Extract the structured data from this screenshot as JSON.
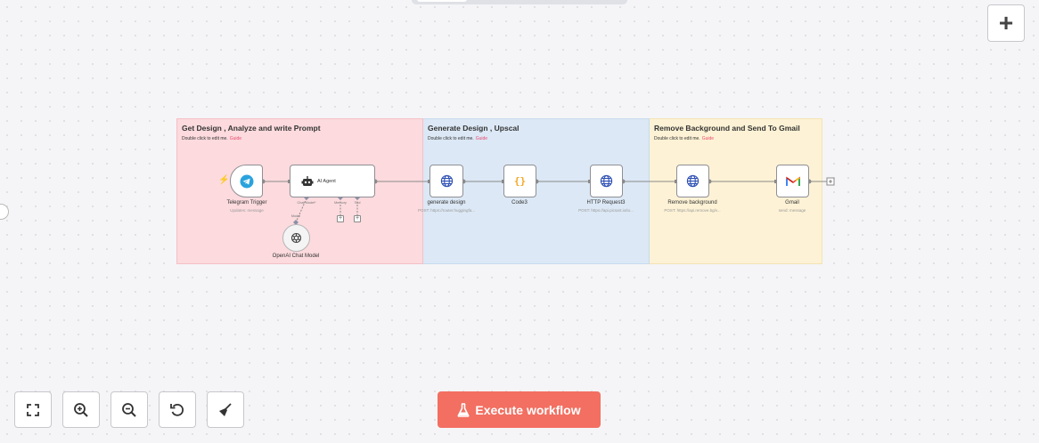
{
  "canvas": {
    "add_node_label": "+",
    "execute_button": {
      "label": "Execute workflow"
    },
    "controls": [
      {
        "name": "zoom-to-fit-button",
        "icon": "fit-view-icon"
      },
      {
        "name": "zoom-in-button",
        "icon": "zoom-in-icon"
      },
      {
        "name": "zoom-out-button",
        "icon": "zoom-out-icon"
      },
      {
        "name": "reset-zoom-button",
        "icon": "undo-icon"
      },
      {
        "name": "tidy-up-button",
        "icon": "broom-icon"
      }
    ]
  },
  "sticky_notes": [
    {
      "title": "Get Design , Analyze and write Prompt",
      "subtitle": "Double click to edit me.",
      "guide": "Guide",
      "color": "#fcdadd"
    },
    {
      "title": "Generate Design , Upscal",
      "subtitle": "Double click to edit me.",
      "guide": "Guide",
      "color": "#dce8f5"
    },
    {
      "title": "Remove Background and Send To Gmail",
      "subtitle": "Double click to edit me.",
      "guide": "Guide",
      "color": "#fdf2d5"
    }
  ],
  "nodes": {
    "telegram_trigger": {
      "label": "Telegram Trigger",
      "subtitle": "Updates: message",
      "icon": "telegram-icon"
    },
    "ai_agent": {
      "label": "AI Agent",
      "icon": "robot-icon",
      "ports": {
        "chat_model": "Chat Model*",
        "memory": "Memory",
        "tool": "Tool"
      }
    },
    "openai_chat_model": {
      "label": "OpenAI Chat Model",
      "port_label": "Model",
      "icon": "openai-icon"
    },
    "generate_design": {
      "label": "generate design",
      "subtitle": "POST: https://router.huggingfa...",
      "icon": "globe-icon"
    },
    "code3": {
      "label": "Code3",
      "icon": "code-braces-icon",
      "icon_text": "{}"
    },
    "http_request3": {
      "label": "HTTP Request3",
      "subtitle": "POST: https://api.picsart.io/to...",
      "icon": "globe-icon"
    },
    "remove_background": {
      "label": "Remove background",
      "subtitle": "POST: https://api.remove.bg/v...",
      "icon": "globe-icon"
    },
    "gmail": {
      "label": "Gmail",
      "subtitle": "send: message",
      "icon": "gmail-icon"
    }
  },
  "colors": {
    "accent": "#ff6d5a",
    "execute_bg": "#f26f61",
    "telegram": "#2aa3dd",
    "globe": "#2d4fb3"
  }
}
